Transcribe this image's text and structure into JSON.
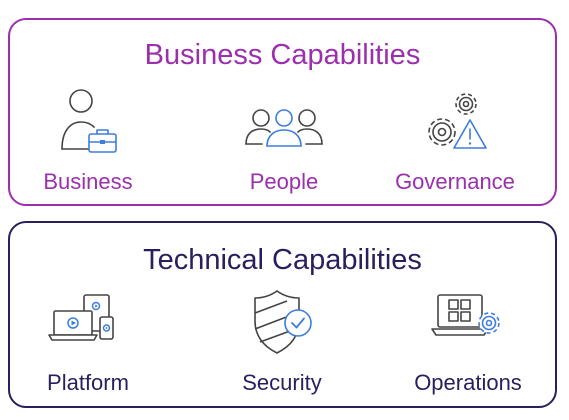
{
  "colors": {
    "business_accent": "#9b2fae",
    "technical_accent": "#2a1f5c",
    "icon_stroke": "#444444",
    "icon_highlight": "#3d7ddc"
  },
  "business": {
    "title": "Business Capabilities",
    "items": [
      {
        "label": "Business",
        "icon": "person-with-briefcase-icon"
      },
      {
        "label": "People",
        "icon": "people-group-icon"
      },
      {
        "label": "Governance",
        "icon": "gears-with-warning-icon"
      }
    ]
  },
  "technical": {
    "title": "Technical Capabilities",
    "items": [
      {
        "label": "Platform",
        "icon": "multiple-devices-icon"
      },
      {
        "label": "Security",
        "icon": "shield-with-check-icon"
      },
      {
        "label": "Operations",
        "icon": "monitor-with-gear-icon"
      }
    ]
  }
}
